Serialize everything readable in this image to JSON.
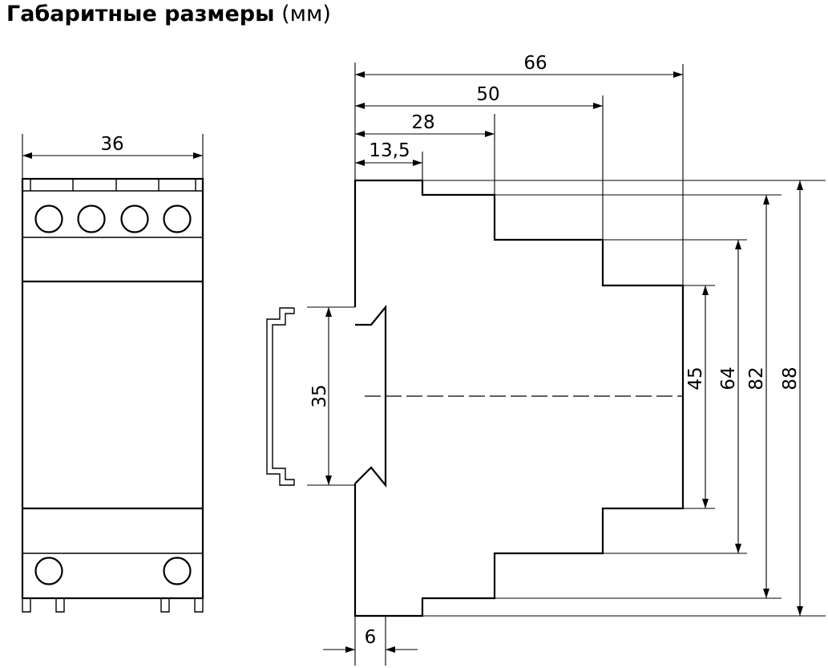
{
  "title": {
    "main": "Габаритные размеры",
    "unit": "(мм)"
  },
  "front_view": {
    "width_label": "36",
    "top_terminal_count": 4,
    "bottom_terminal_count": 2
  },
  "side_view": {
    "depth_labels": [
      "66",
      "50",
      "28",
      "13,5"
    ],
    "height_labels": [
      "45",
      "64",
      "82",
      "88"
    ],
    "rail_label": "35",
    "offset_label": "6"
  }
}
